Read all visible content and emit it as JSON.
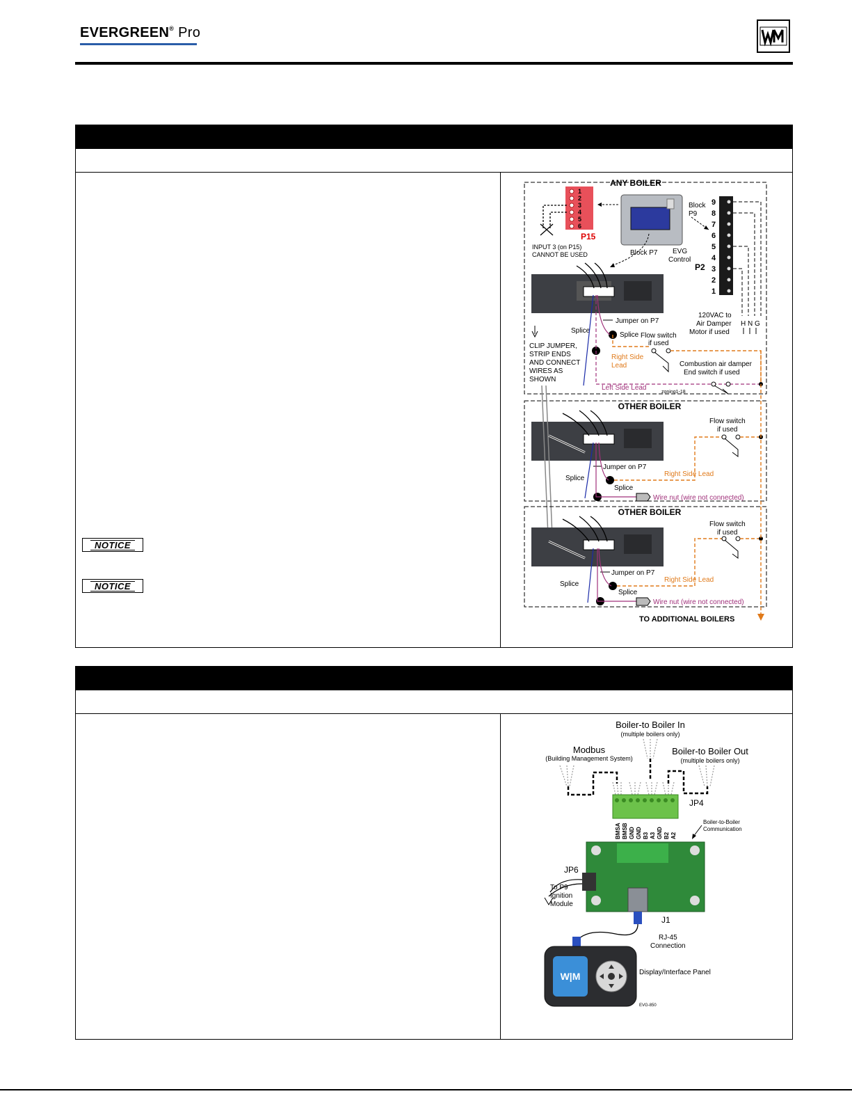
{
  "header": {
    "brand_main": "EVERGREEN",
    "brand_reg": "®",
    "brand_pro": "Pro",
    "logo": "W|M"
  },
  "notices": [
    "NOTICE",
    "NOTICE"
  ],
  "figure1": {
    "any_boiler": "ANY BOILER",
    "p15_pins": [
      "1",
      "2",
      "3",
      "4",
      "5",
      "6"
    ],
    "p15": "P15",
    "input3_line1": "INPUT 3 (on P15)",
    "input3_line2": "CANNOT  BE USED",
    "block_p9_1": "Block",
    "block_p9_2": "P9",
    "block_p7": "Block P7",
    "evg_1": "EVG",
    "evg_2": "Control",
    "p2": "P2",
    "p2_pins": [
      "9",
      "8",
      "7",
      "6",
      "5",
      "4",
      "3",
      "2",
      "1"
    ],
    "jumper_on_p7": "Jumper on P7",
    "splice": "Splice",
    "flow_switch_1": "Flow switch",
    "flow_switch_2": "if used",
    "vac_1": "120VAC to",
    "vac_2": "Air Damper",
    "vac_3": "Motor if used",
    "hng": "H N G",
    "clip_1": "CLIP JUMPER,",
    "clip_2": "STRIP ENDS",
    "clip_3": "AND CONNECT",
    "clip_4": "WIRES AS",
    "clip_5": "SHOWN",
    "right_side_lead_1": "Right Side",
    "right_side_lead_2": "Lead",
    "right_side_lead": "Right Side Lead",
    "left_side_lead": "Left Side Lead",
    "comb_1": "Combustion air damper",
    "comb_2": "End switch if used",
    "zoning": "zoning1-18",
    "other_boiler": "OTHER BOILER",
    "wire_nut": "Wire nut (wire not connected)",
    "to_additional": "TO ADDITIONAL BOILERS"
  },
  "figure2": {
    "b2b_in": "Boiler-to Boiler In",
    "b2b_in_sub": "(multiple  boilers  only)",
    "modbus": "Modbus",
    "modbus_sub": "(Building Management System)",
    "b2b_out": "Boiler-to Boiler Out",
    "b2b_out_sub": "(multiple boilers only)",
    "jp4": "JP4",
    "terminals": [
      "BMSA",
      "BMSB",
      "GND",
      "GND",
      "B3",
      "A3",
      "GND",
      "B2",
      "A2"
    ],
    "b2b_comm_1": "Boiler-to-Boiler",
    "b2b_comm_2": "Communication",
    "jp6": "JP6",
    "to_p9_1": "To P9",
    "to_p9_2": "Ignition",
    "to_p9_3": "Module",
    "j1": "J1",
    "rj45_1": "RJ-45",
    "rj45_2": "Connection",
    "display": "Display/Interface Panel",
    "panel_logo": "W|M",
    "evg": "EVG-850"
  }
}
